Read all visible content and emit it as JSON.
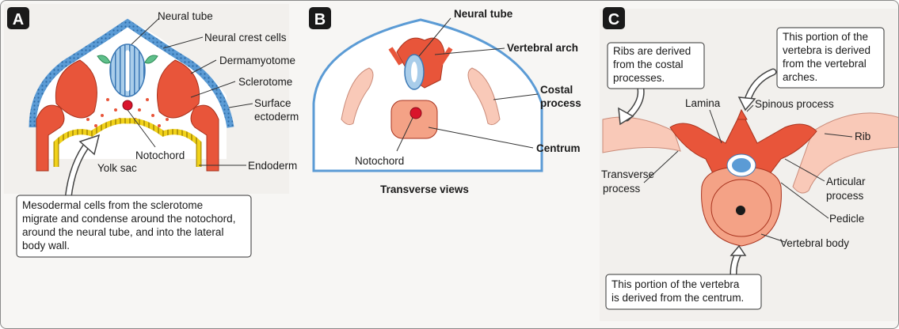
{
  "panels": {
    "a": {
      "badge": "A",
      "labels": {
        "neural_tube": "Neural tube",
        "neural_crest": "Neural crest cells",
        "dermamyotome": "Dermamyotome",
        "sclerotome": "Sclerotome",
        "surface_ectoderm_1": "Surface",
        "surface_ectoderm_2": "ectoderm",
        "notochord": "Notochord",
        "yolk_sac": "Yolk sac",
        "endoderm": "Endoderm"
      },
      "callout": [
        "Mesodermal cells from the sclerotome",
        "migrate and condense around the notochord,",
        "around the neural tube, and into the lateral",
        "body wall."
      ]
    },
    "b": {
      "badge": "B",
      "labels": {
        "neural_tube": "Neural tube",
        "vertebral_arch": "Vertebral arch",
        "costal_1": "Costal",
        "costal_2": "process",
        "centrum": "Centrum",
        "notochord": "Notochord"
      },
      "caption": "Transverse views"
    },
    "c": {
      "badge": "C",
      "labels": {
        "lamina": "Lamina",
        "spinous": "Spinous process",
        "rib": "Rib",
        "transverse_1": "Transverse",
        "transverse_2": "process",
        "articular_1": "Articular",
        "articular_2": "process",
        "pedicle": "Pedicle",
        "vertebral_body": "Vertebral body"
      },
      "callout_ribs": [
        "Ribs are derived",
        "from the costal",
        "processes."
      ],
      "callout_arch": [
        "This portion of the",
        "vertebra is derived",
        "from the vertebral",
        "arches."
      ],
      "callout_centrum": [
        "This portion of the vertebra",
        "is derived from the centrum."
      ]
    }
  },
  "colors": {
    "mesoderm": "#e8553a",
    "pink": "#f9c9b8",
    "blue": "#5b9bd5",
    "light_blue": "#a9cdea",
    "green": "#5fbf8a",
    "yellow": "#f1d21a",
    "notochord": "#d9132b"
  }
}
